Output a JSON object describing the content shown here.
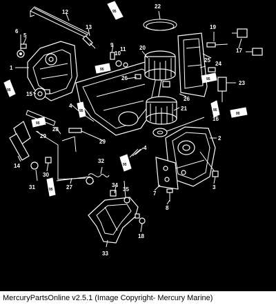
{
  "caption": "MercuryPartsOnline v2.5.1 (Image Copyright- Mercury Marine)",
  "callouts": [
    "1",
    "2",
    "3",
    "4",
    "4",
    "5",
    "6",
    "7",
    "8",
    "9",
    "10",
    "11",
    "12",
    "13",
    "14",
    "15",
    "16",
    "17",
    "18",
    "19",
    "20",
    "21",
    "22",
    "23",
    "24",
    "25",
    "26",
    "26",
    "27",
    "28",
    "29",
    "29",
    "30",
    "31",
    "32",
    "33",
    "34",
    "35"
  ],
  "tube_labels": [
    "95",
    "95",
    "95",
    "95",
    "95",
    "95",
    "95",
    "95",
    "95",
    "95"
  ]
}
